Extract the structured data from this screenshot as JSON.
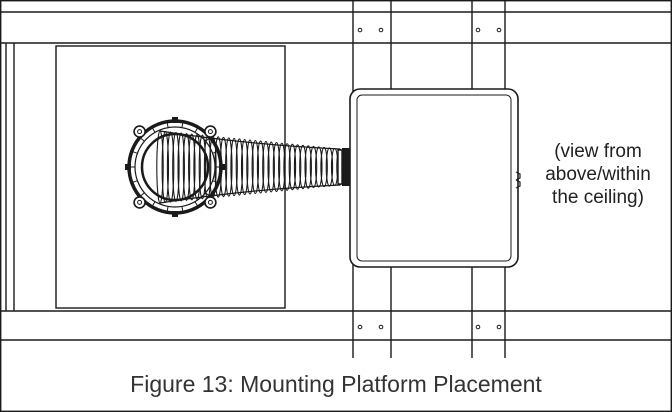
{
  "annotation": {
    "lines": [
      "(view from",
      "above/within",
      "the ceiling)"
    ]
  },
  "caption": "Figure 13: Mounting Platform Placement"
}
